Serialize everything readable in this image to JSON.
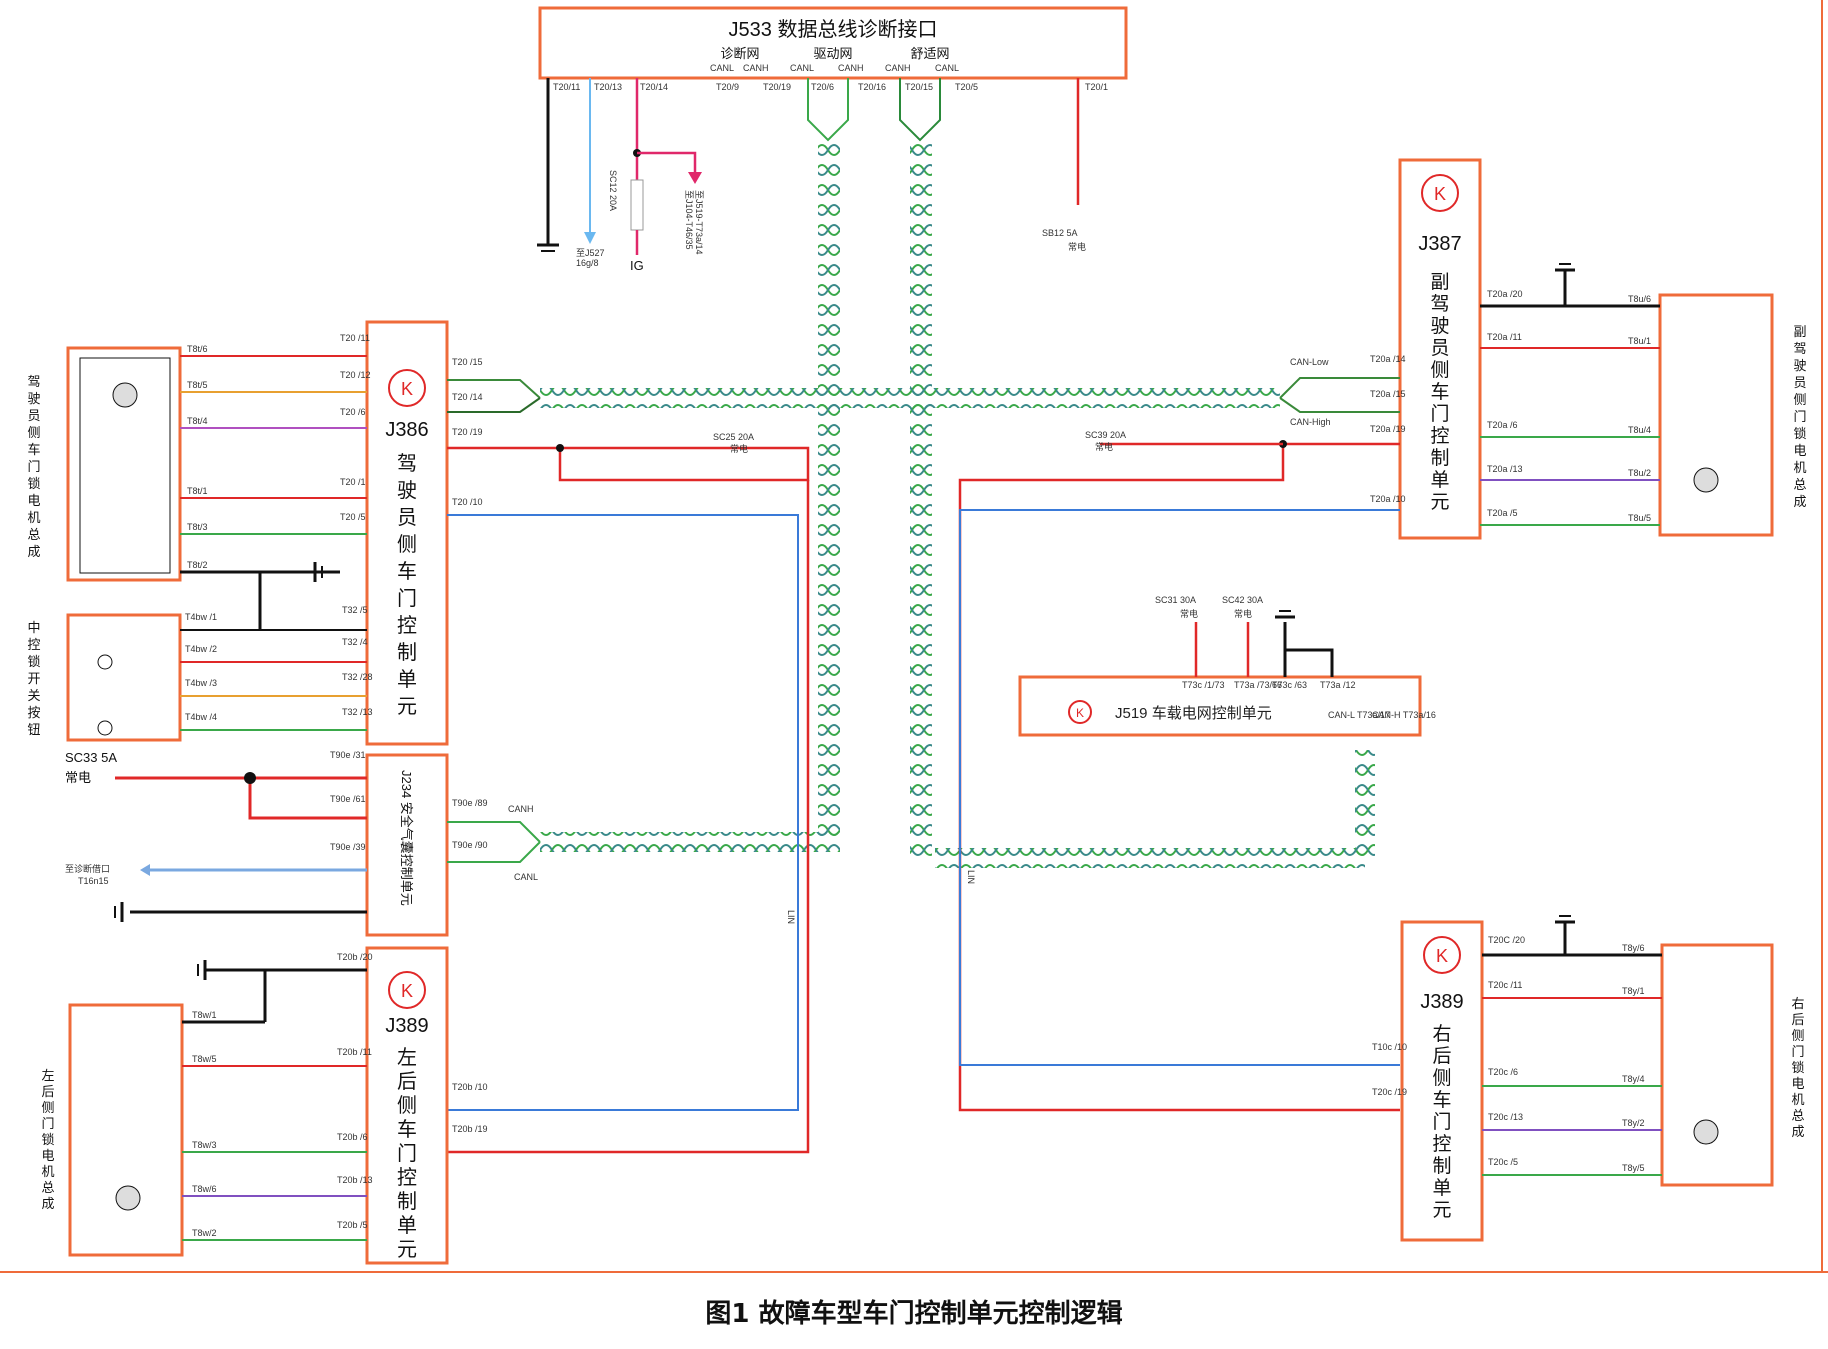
{
  "caption": "图1 故障车型车门控制单元控制逻辑",
  "j533": {
    "title": "J533 数据总线诊断接口",
    "nets": [
      "诊断网",
      "驱动网",
      "舒适网"
    ],
    "can_labels": [
      "CANL",
      "CANH",
      "CANL",
      "CANH",
      "CANH",
      "CANL"
    ],
    "pins": [
      "T20/11",
      "T20/13",
      "T20/14",
      "T20/9",
      "T20/19",
      "T20/6",
      "T20/16",
      "T20/15",
      "T20/5",
      "T20/1"
    ],
    "fuse": "SC12 20A",
    "ig": "IG",
    "to_j527": [
      "至J527",
      "16g/8"
    ],
    "to_j519": [
      "至J519-T73a/14",
      "至J104-T46/35"
    ],
    "sb12": [
      "SB12 5A",
      "常电"
    ]
  },
  "j386": {
    "code": "J386",
    "name": [
      "驾",
      "驶",
      "员",
      "侧",
      "车",
      "门",
      "控",
      "制",
      "单",
      "元"
    ],
    "pins_left": [
      "T20 /11",
      "T20 /12",
      "T20 /6",
      "T20 /1",
      "T20 /5"
    ],
    "pins_right": [
      "T20 /15",
      "T20 /14",
      "T20 /19",
      "T20 /10"
    ],
    "pins_left2": [
      "T32 /5",
      "T32 /4",
      "T32 /28",
      "T32 /13"
    ],
    "fuse": [
      "SC25 20A",
      "常电"
    ]
  },
  "driver_lock": {
    "name": [
      "驾",
      "驶",
      "员",
      "侧",
      "车",
      "门",
      "锁",
      "电",
      "机",
      "总",
      "成"
    ],
    "pins": [
      "T8t/6",
      "T8t/5",
      "T8t/4",
      "T8t/1",
      "T8t/3",
      "T8t/2"
    ]
  },
  "central_switch": {
    "name": [
      "中",
      "控",
      "锁",
      "开",
      "关",
      "按",
      "钮"
    ],
    "pins": [
      "T4bw /1",
      "T4bw /2",
      "T4bw /3",
      "T4bw /4"
    ]
  },
  "j234": {
    "name": "J234 安全气囊控制单元",
    "fuse": [
      "SC33 5A",
      "常电"
    ],
    "pins_left": [
      "T90e /31",
      "T90e /61",
      "T90e /39"
    ],
    "pins_right": [
      "T90e /89",
      "T90e /90"
    ],
    "canh": "CANH",
    "canl": "CANL",
    "diag": [
      "至诊断借口",
      "T16n15"
    ]
  },
  "j389_left": {
    "code": "J389",
    "name": [
      "左",
      "后",
      "侧",
      "车",
      "门",
      "控",
      "制",
      "单",
      "元"
    ],
    "pins_left": [
      "T20b /20",
      "T20b /11",
      "T20b /6",
      "T20b /13",
      "T20b /5"
    ],
    "pins_right": [
      "T20b /10",
      "T20b /19"
    ],
    "lin": "LIN"
  },
  "rear_left_lock": {
    "name": [
      "左",
      "后",
      "侧",
      "门",
      "锁",
      "电",
      "机",
      "总",
      "成"
    ],
    "pins": [
      "T8w/1",
      "T8w/5",
      "T8w/3",
      "T8w/6",
      "T8w/2"
    ]
  },
  "j387": {
    "code": "J387",
    "name": [
      "副",
      "驾",
      "驶",
      "员",
      "侧",
      "车",
      "门",
      "控",
      "制",
      "单",
      "元"
    ],
    "pins_left": [
      "T20a /14",
      "T20a /15",
      "T20a /19",
      "T20a /10"
    ],
    "pins_right": [
      "T20a /20",
      "T20a /11",
      "T20a /6",
      "T20a /13",
      "T20a /5"
    ],
    "can_low": "CAN-Low",
    "can_high": "CAN-High",
    "fuse": [
      "SC39 20A",
      "常电"
    ]
  },
  "passenger_lock": {
    "name": [
      "副",
      "驾",
      "驶",
      "员",
      "侧",
      "门",
      "锁",
      "电",
      "机",
      "总",
      "成"
    ],
    "pins": [
      "T8u/6",
      "T8u/1",
      "T8u/4",
      "T8u/2",
      "T8u/5"
    ]
  },
  "j519": {
    "name": "J519 车载电网控制单元",
    "fuses": [
      [
        "SC31 30A",
        "常电"
      ],
      [
        "SC42 30A",
        "常电"
      ]
    ],
    "pins": [
      "T73c /1/73",
      "T73a /73/66",
      "T73c /63",
      "T73a /12"
    ],
    "can": [
      "CAN-L T73a/17",
      "CAN-H T73a/16"
    ]
  },
  "j389_right": {
    "code": "J389",
    "name": [
      "右",
      "后",
      "侧",
      "车",
      "门",
      "控",
      "制",
      "单",
      "元"
    ],
    "pins_left": [
      "T10c /10",
      "T20c /19"
    ],
    "pins_right": [
      "T20C /20",
      "T20c /11",
      "T20c /6",
      "T20c /13",
      "T20c /5"
    ],
    "lin": "LIN"
  },
  "rear_right_lock": {
    "name": [
      "右",
      "后",
      "侧",
      "门",
      "锁",
      "电",
      "机",
      "总",
      "成"
    ],
    "pins": [
      "T8y/6",
      "T8y/1",
      "T8y/4",
      "T8y/2",
      "T8y/5"
    ]
  },
  "colors": {
    "border": "#ef6b3a",
    "red": "#e02828",
    "blue": "#3a7ad8",
    "green": "#3aa84a",
    "black": "#111111"
  }
}
